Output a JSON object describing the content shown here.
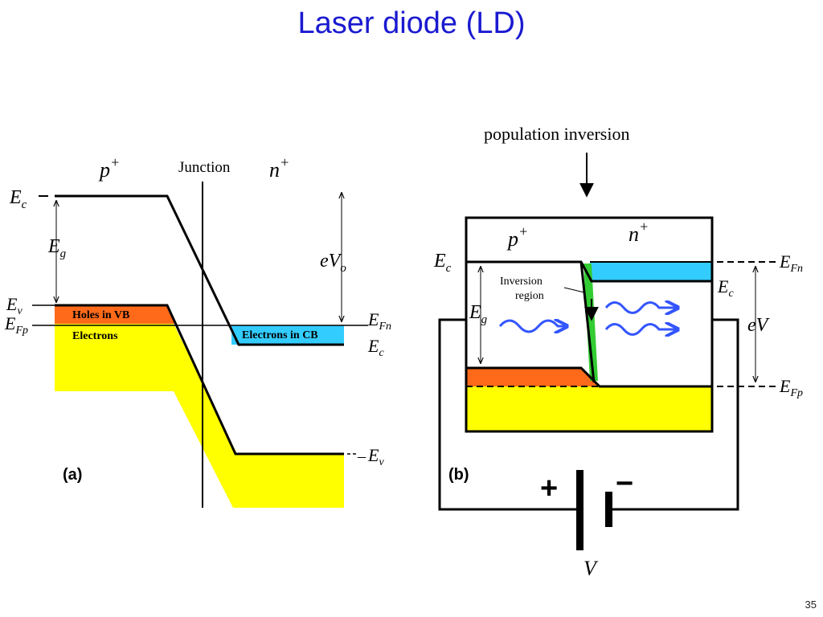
{
  "slide": {
    "title": "Laser diode (LD)",
    "page_number": "35"
  },
  "colors": {
    "title": "#1a1ad0",
    "valence_fill": "#ffff00",
    "holes_fill": "#ff6a1a",
    "electrons_cb_fill": "#33ccff",
    "inversion_strip": "#33cc33",
    "photon_arrows": "#3355ff"
  },
  "panel_a": {
    "label": "(a)",
    "p_region": "p",
    "n_region": "n",
    "superscript": "+",
    "junction": "Junction",
    "holes_label": "Holes in VB",
    "electrons_label": "Electrons",
    "electrons_cb_label": "Electrons in CB",
    "ec_left": {
      "main": "E",
      "sub": "c"
    },
    "eg": {
      "main": "E",
      "sub": "g"
    },
    "ev_left": {
      "main": "E",
      "sub": "v"
    },
    "efp": {
      "main": "E",
      "sub": "Fp"
    },
    "evo": {
      "main": "eV",
      "sub": "o"
    },
    "efn": {
      "main": "E",
      "sub": "Fn"
    },
    "ec_right": {
      "main": "E",
      "sub": "c"
    },
    "ev_right": {
      "main": "E",
      "sub": "v"
    },
    "dash": "–"
  },
  "panel_b": {
    "label": "(b)",
    "annotation": "population inversion",
    "p_region": "p",
    "n_region": "n",
    "superscript": "+",
    "inversion_line1": "Inversion",
    "inversion_line2": "region",
    "ec_left": {
      "main": "E",
      "sub": "c"
    },
    "eg": {
      "main": "E",
      "sub": "g"
    },
    "efn": {
      "main": "E",
      "sub": "Fn"
    },
    "ec_right": {
      "main": "E",
      "sub": "c"
    },
    "ev": {
      "main": "eV"
    },
    "efp": {
      "main": "E",
      "sub": "Fp"
    },
    "plus": "+",
    "minus": "−",
    "voltage": "V"
  }
}
